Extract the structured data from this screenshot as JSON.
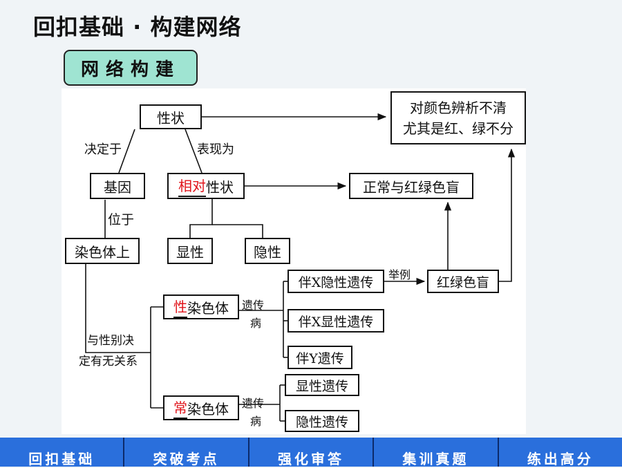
{
  "header": {
    "title": "回扣基础 · 构建网络",
    "section_badge": "网络构建"
  },
  "diagram": {
    "trait": "性状",
    "determined_by": "决定于",
    "expressed_as": "表现为",
    "gene": "基因",
    "located_on": "位于",
    "on_chromosome": "染色体上",
    "relative_prefix": "相对",
    "relative_suffix": "性状",
    "dominant": "显性",
    "recessive": "隐性",
    "normal_vs_cb": "正常与红绿色盲",
    "color_confusion_line1": "对颜色辨析不清",
    "color_confusion_line2": "尤其是红、绿不分",
    "sex_relation_line1": "与性别决",
    "sex_relation_line2": "定有无关系",
    "sex_prefix": "性",
    "sex_suffix": "染色体",
    "auto_prefix": "常",
    "auto_suffix": "染色体",
    "genetic_disease_top": "遗传",
    "genetic_disease_bottom": "病",
    "x_recessive": "伴X隐性遗传",
    "x_dominant": "伴X显性遗传",
    "y_linked": "伴Y遗传",
    "dominant_inh": "显性遗传",
    "recessive_inh": "隐性遗传",
    "example": "举例",
    "color_blind": "红绿色盲",
    "highlight_color": "#e0141b"
  },
  "nav": {
    "items": [
      "回扣基础",
      "突破考点",
      "强化审答",
      "集训真题",
      "练出高分"
    ]
  }
}
